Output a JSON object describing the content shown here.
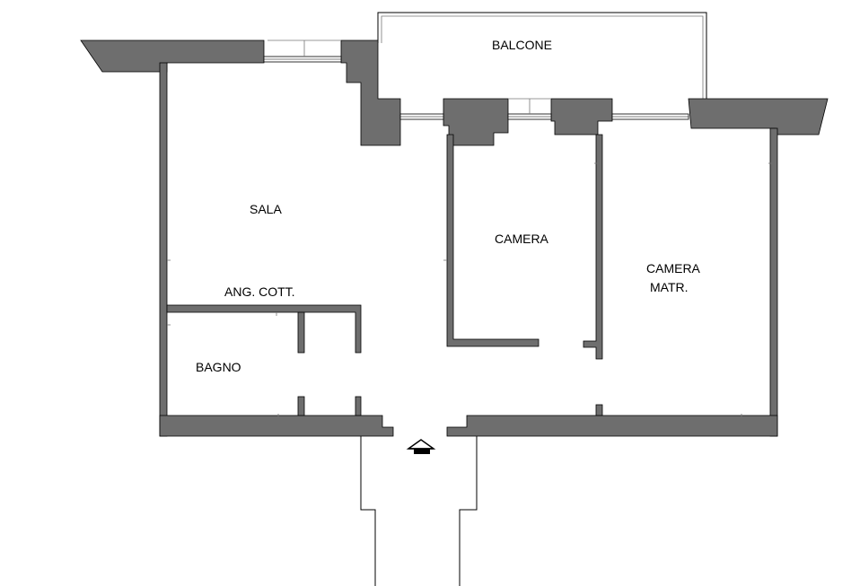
{
  "rooms": {
    "balcone": "BALCONE",
    "sala": "SALA",
    "camera": "CAMERA",
    "camera_matr_line1": "CAMERA",
    "camera_matr_line2": "MATR.",
    "ang_cott": "ANG. COTT.",
    "bagno": "BAGNO"
  },
  "icons": {
    "entrance": "entrance-arrow-icon"
  },
  "colors": {
    "wall_fill": "#6e6e6e",
    "line": "#000000",
    "background": "#ffffff"
  }
}
